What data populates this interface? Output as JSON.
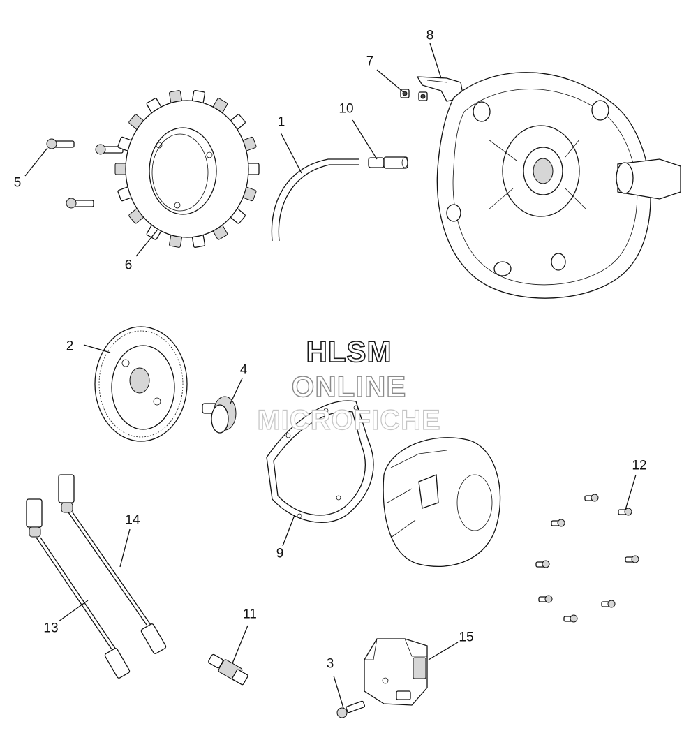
{
  "watermark": {
    "line1": "HLSM",
    "line2": "ONLINE",
    "line3": "MICROFICHE"
  },
  "callouts": [
    {
      "id": "1",
      "label": "1"
    },
    {
      "id": "2",
      "label": "2"
    },
    {
      "id": "3",
      "label": "3"
    },
    {
      "id": "4",
      "label": "4"
    },
    {
      "id": "5",
      "label": "5"
    },
    {
      "id": "6",
      "label": "6"
    },
    {
      "id": "7",
      "label": "7"
    },
    {
      "id": "8",
      "label": "8"
    },
    {
      "id": "9",
      "label": "9"
    },
    {
      "id": "10",
      "label": "10"
    },
    {
      "id": "11",
      "label": "11"
    },
    {
      "id": "12",
      "label": "12"
    },
    {
      "id": "13",
      "label": "13"
    },
    {
      "id": "14",
      "label": "14"
    },
    {
      "id": "15",
      "label": "15"
    }
  ]
}
